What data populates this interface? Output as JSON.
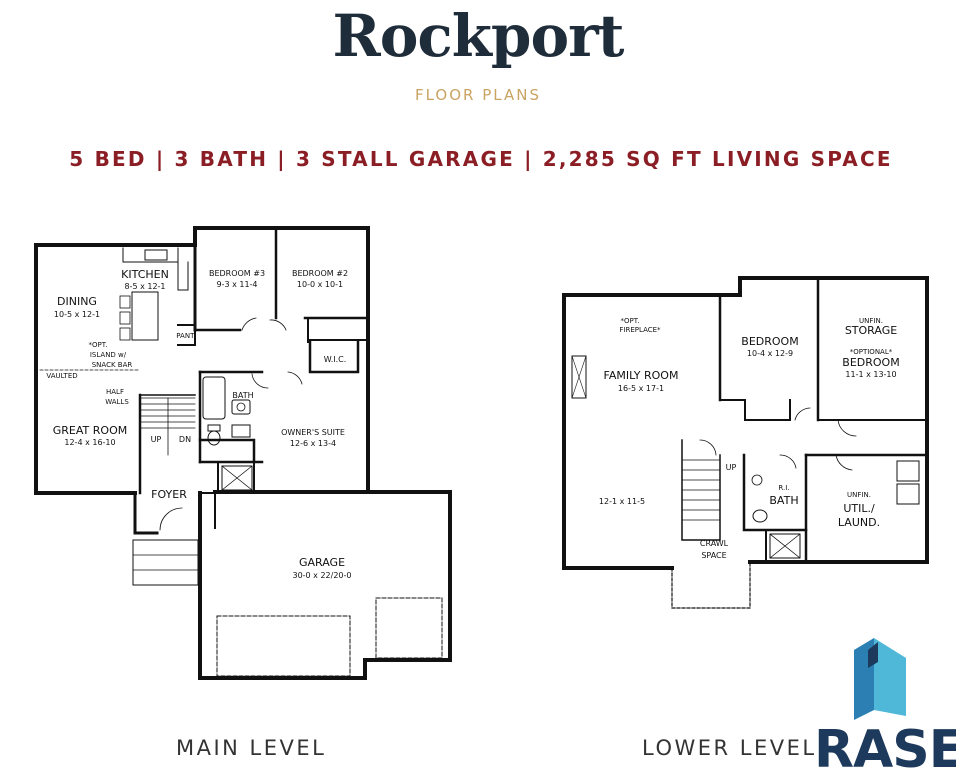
{
  "header": {
    "title": "Rockport",
    "subtitle": "FLOOR PLANS",
    "specs": "5 BED | 3 BATH | 3 STALL GARAGE | 2,285 SQ FT LIVING SPACE"
  },
  "main_level": {
    "caption": "MAIN LEVEL",
    "rooms": {
      "kitchen": {
        "name": "KITCHEN",
        "dims": "8-5 x 12-1"
      },
      "dining": {
        "name": "DINING",
        "dims": "10-5 x 12-1"
      },
      "island_note_1": "*OPT.",
      "island_note_2": "ISLAND w/",
      "island_note_3": "SNACK BAR",
      "vaulted": "VAULTED",
      "half_walls_1": "HALF",
      "half_walls_2": "WALLS",
      "great_room": {
        "name": "GREAT ROOM",
        "dims": "12-4 x 16-10"
      },
      "stair_up": "UP",
      "stair_dn": "DN",
      "pantry": "PANT.",
      "bedroom3": {
        "name": "BEDROOM #3",
        "dims": "9-3 x 11-4"
      },
      "bedroom2": {
        "name": "BEDROOM #2",
        "dims": "10-0 x 10-1"
      },
      "wic": "W.I.C.",
      "bath": "BATH",
      "owners_suite": {
        "name": "OWNER'S SUITE",
        "dims": "12-6 x 13-4"
      },
      "foyer": "FOYER",
      "garage": {
        "name": "GARAGE",
        "dims": "30-0 x 22/20-0"
      }
    }
  },
  "lower_level": {
    "caption": "LOWER LEVEL",
    "rooms": {
      "fireplace_1": "*OPT.",
      "fireplace_2": "FIREPLACE*",
      "family_room": {
        "name": "FAMILY ROOM",
        "dims": "16-5 x 17-1"
      },
      "family_dims_2": "12-1 x 11-5",
      "bedroom": {
        "name": "BEDROOM",
        "dims": "10-4 x 12-9"
      },
      "storage_1": "UNFIN.",
      "storage_2": "STORAGE",
      "opt_bedroom_note": "*OPTIONAL*",
      "opt_bedroom": {
        "name": "BEDROOM",
        "dims": "11-1 x 13-10"
      },
      "stair_up": "UP",
      "ri_bath_1": "R.I.",
      "ri_bath_2": "BATH",
      "util_1": "UNFIN.",
      "util_2": "UTIL./",
      "util_3": "LAUND.",
      "crawl_1": "CRAWL",
      "crawl_2": "SPACE"
    }
  },
  "logo": {
    "text": "RASE",
    "icon": "rase-logo-icon",
    "colors": {
      "dark_blue": "#1d3a5c",
      "mid_blue": "#2b7fb3",
      "light_blue": "#4fb8d8"
    }
  },
  "colors": {
    "title": "#1f2d3a",
    "subtitle": "#c9a463",
    "specs": "#8b1e25"
  }
}
